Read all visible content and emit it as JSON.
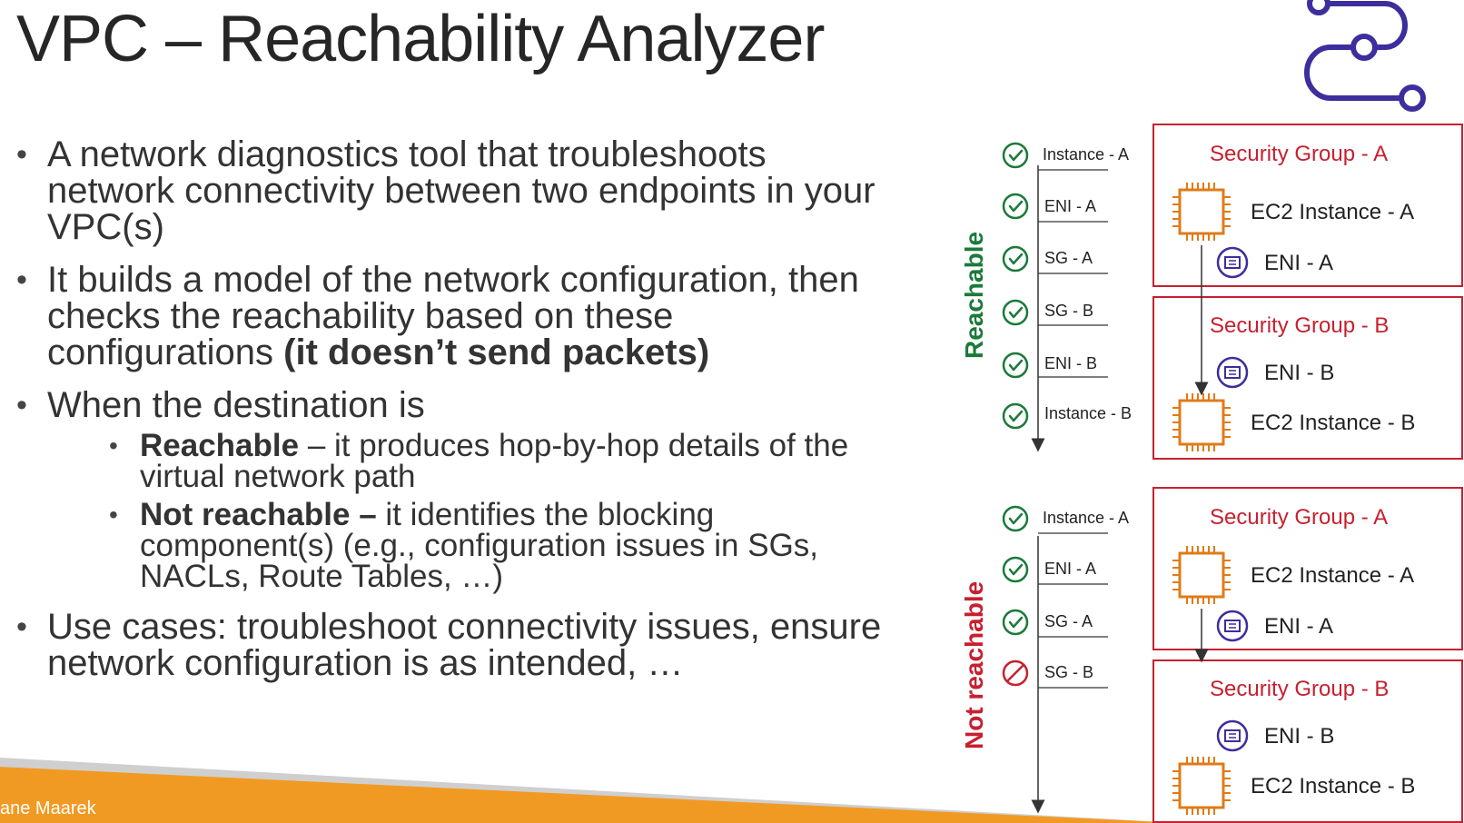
{
  "title": "VPC – Reachability Analyzer",
  "bullets": {
    "b1": "A network diagnostics tool that troubleshoots network connectivity between two endpoints in your VPC(s)",
    "b2_start": "It builds a model of the network configuration, then checks the reachability based on these configurations ",
    "b2_bold": "(it doesn’t send packets)",
    "b3": "When the destination is",
    "sub1_bold": "Reachable",
    "sub1_rest": " – it produces hop-by-hop details of the virtual network path",
    "sub2_bold": "Not reachable –",
    "sub2_rest": " it identifies the blocking component(s) (e.g., configuration issues in SGs, NACLs, Route Tables, …)",
    "b4": "Use cases: troubleshoot connectivity issues, ensure network configuration is as intended, …"
  },
  "footer": {
    "name": "ane Maarek"
  },
  "diagram": {
    "reachable_label": "Reachable",
    "not_reachable_label": "Not reachable",
    "reachable_hops": [
      "Instance - A",
      "ENI - A",
      "SG - A",
      "SG - B",
      "ENI - B",
      "Instance - B"
    ],
    "not_reachable_hops": [
      "Instance - A",
      "ENI - A",
      "SG - A",
      "SG - B"
    ],
    "sg_a": "Security Group - A",
    "sg_b": "Security Group - B",
    "ec2_a": "EC2 Instance - A",
    "ec2_b": "EC2 Instance - B",
    "eni_a": "ENI - A",
    "eni_b": "ENI - B"
  },
  "colors": {
    "accent_red": "#c7202f",
    "ok_green": "#1b7a3a",
    "ec2_orange": "#e07b17",
    "eni_purple": "#3d2e9e",
    "footer_orange": "#f19a23"
  }
}
